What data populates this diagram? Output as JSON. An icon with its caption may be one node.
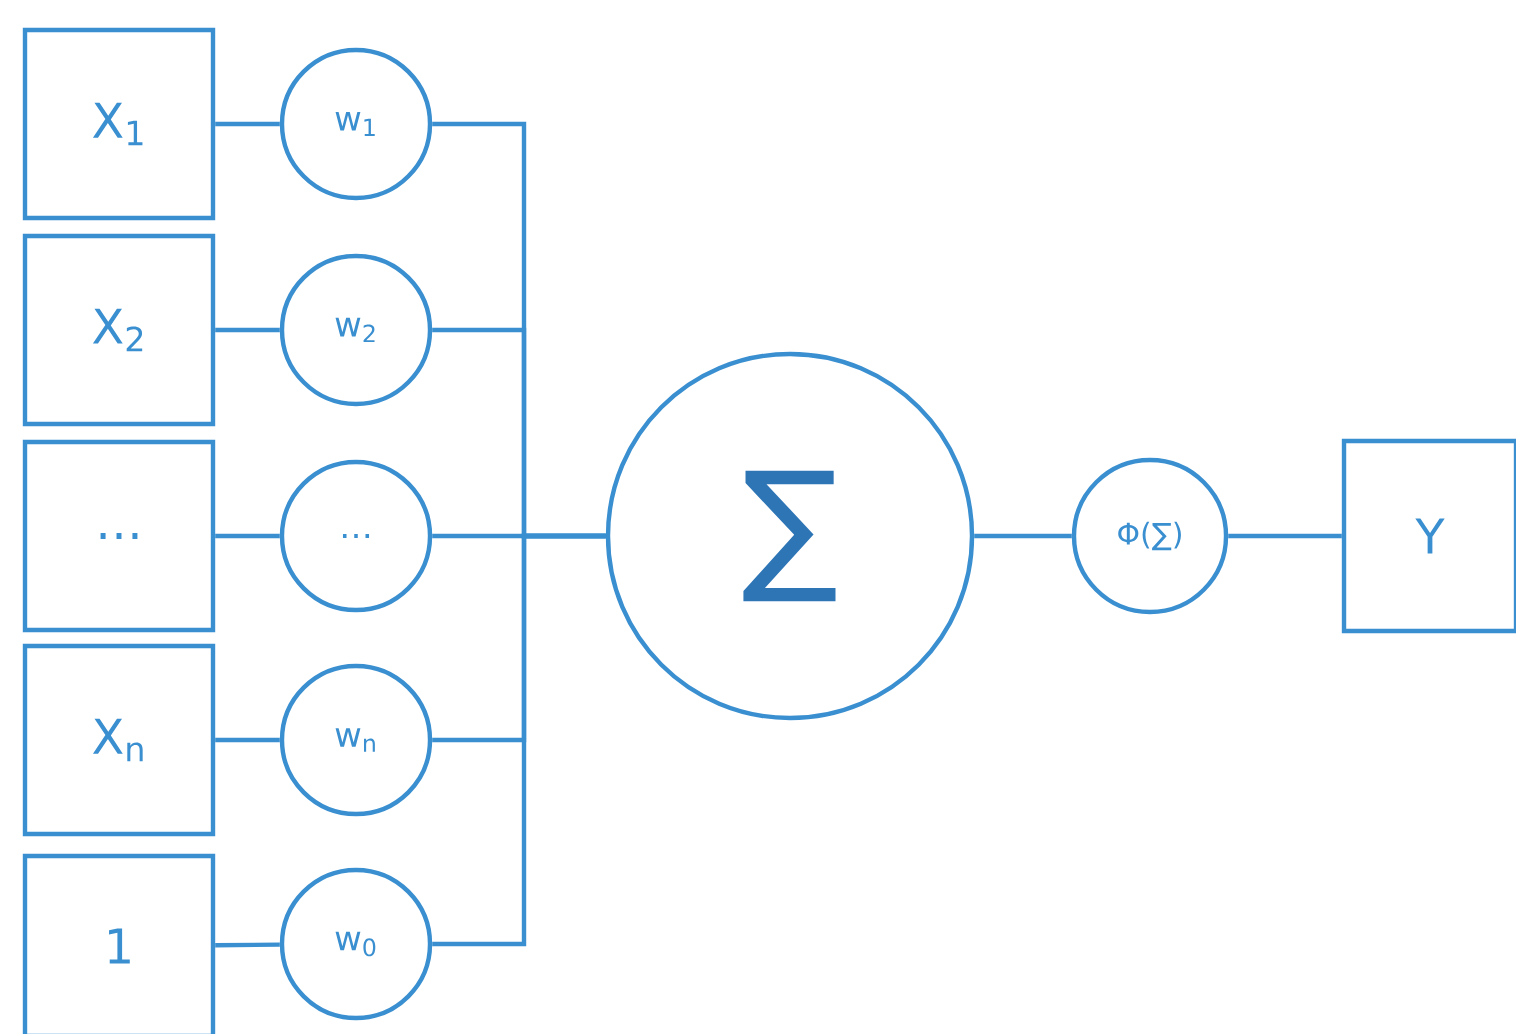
{
  "diagram": {
    "nodes": [
      {
        "text": [
          "X$_{1}$"
        ]
      },
      {
        "text": [
          "X$_{2}$"
        ]
      },
      {
        "text": [
          "…"
        ]
      },
      {
        "text": [
          "X$_{n}$"
        ]
      },
      {
        "text": [
          "1"
        ]
      },
      {
        "text": [
          "w$_{1}$"
        ]
      },
      {
        "text": [
          "w$_{2}$"
        ]
      },
      {
        "text": [
          "…"
        ]
      },
      {
        "text": [
          "w$_{n}$"
        ]
      },
      {
        "text": [
          "w$_{0}$"
        ]
      },
      {
        "text": [
          "∑"
        ]
      },
      {
        "text": [
          "Φ(∑)"
        ]
      },
      {
        "text": [
          "Y"
        ]
      }
    ],
    "edges": [
      {
        "from": 0,
        "to": 5,
        "arrow": "none"
      },
      {
        "from": 1,
        "to": 6,
        "arrow": "none"
      },
      {
        "from": 2,
        "to": 7,
        "arrow": "none"
      },
      {
        "from": 3,
        "to": 8,
        "arrow": "none"
      },
      {
        "from": 4,
        "to": 9,
        "arrow": "none"
      },
      {
        "from": 5,
        "to": 10,
        "arrow": "none"
      },
      {
        "from": 6,
        "to": 10,
        "arrow": "none"
      },
      {
        "from": 7,
        "to": 10,
        "arrow": "none"
      },
      {
        "from": 8,
        "to": 10,
        "arrow": "none"
      },
      {
        "from": 9,
        "to": 10,
        "arrow": "none"
      },
      {
        "from": 10,
        "to": 11,
        "arrow": "none"
      },
      {
        "from": 11,
        "to": 12,
        "arrow": "none"
      }
    ]
  }
}
